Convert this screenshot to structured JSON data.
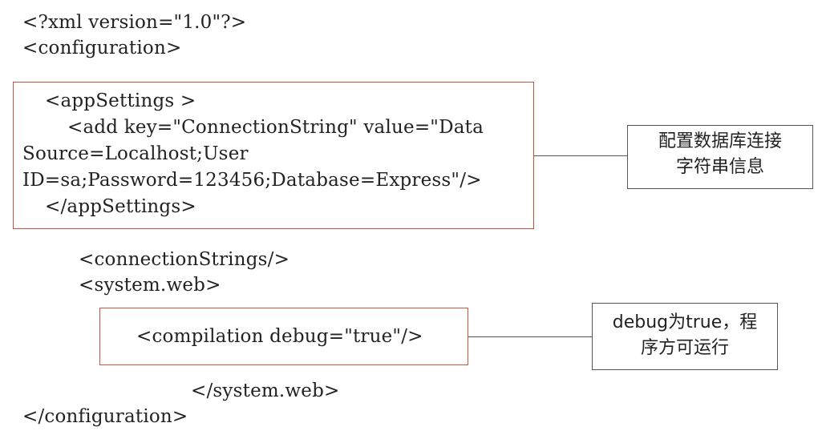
{
  "code_lines": {
    "xml_decl": "<?xml version=\"1.0\"?>",
    "config_open": "<configuration>",
    "appsettings_open": "<appSettings >",
    "add_line1": "<add key=\"ConnectionString\" value=\"Data",
    "add_line2": "Source=Localhost;User",
    "add_line3": "ID=sa;Password=123456;Database=Express\"/>",
    "appsettings_close": "</appSettings>",
    "connection_strings": "<connectionStrings/>",
    "system_web_open": "<system.web>",
    "compilation": "<compilation debug=\"true\"/>",
    "system_web_close": "</system.web>",
    "config_close": "</configuration>"
  },
  "annotations": {
    "connection_note_line1": "配置数据库连接",
    "connection_note_line2": "字符串信息",
    "debug_note_line1": "debug为true，程",
    "debug_note_line2": "序方可运行"
  },
  "colors": {
    "highlight_box": "#c8533f",
    "connector": "#555555"
  }
}
